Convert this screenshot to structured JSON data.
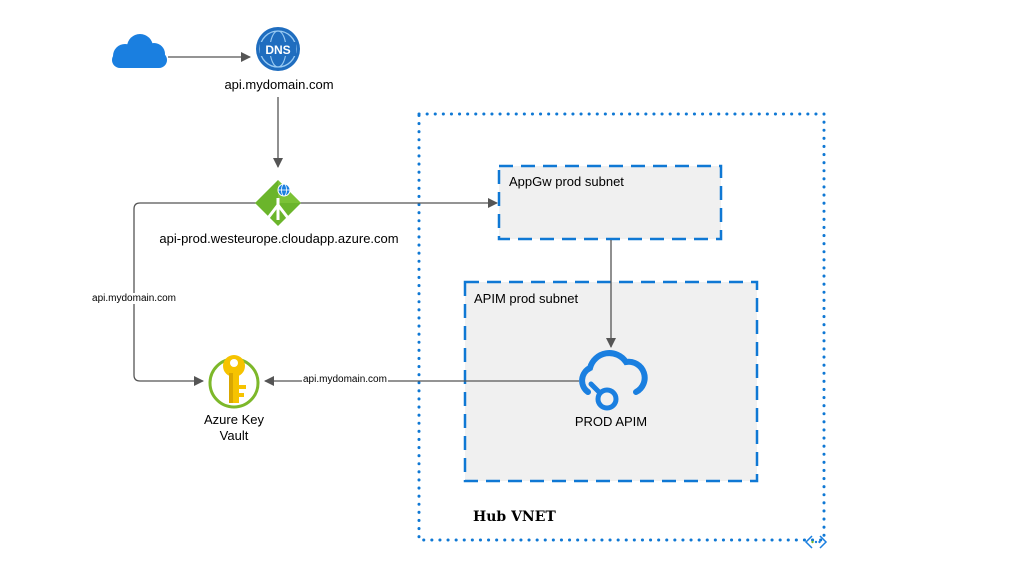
{
  "dns": {
    "label": "api.mydomain.com",
    "icon_text": "DNS"
  },
  "app_gateway": {
    "label": "api-prod.westeurope.cloudapp.azure.com"
  },
  "key_vault": {
    "label_line1": "Azure Key",
    "label_line2": "Vault"
  },
  "appgw_subnet": {
    "label": "AppGw prod subnet"
  },
  "apim_subnet": {
    "label": "APIM prod subnet"
  },
  "apim": {
    "label": "PROD APIM"
  },
  "hub_vnet": {
    "label": "Hub VNET"
  },
  "edges": {
    "gw_to_keyvault": "api.mydomain.com",
    "apim_to_keyvault": "api.mydomain.com"
  },
  "colors": {
    "azure_blue": "#0F78D4",
    "subnet_fill": "#F0F0F0",
    "arrow": "#555555",
    "gateway_green": "#6BB52B",
    "key_gold": "#F6C300"
  },
  "icons": [
    "cloud-icon",
    "dns-icon",
    "application-gateway-icon",
    "key-vault-icon",
    "api-management-icon",
    "vnet-icon"
  ]
}
